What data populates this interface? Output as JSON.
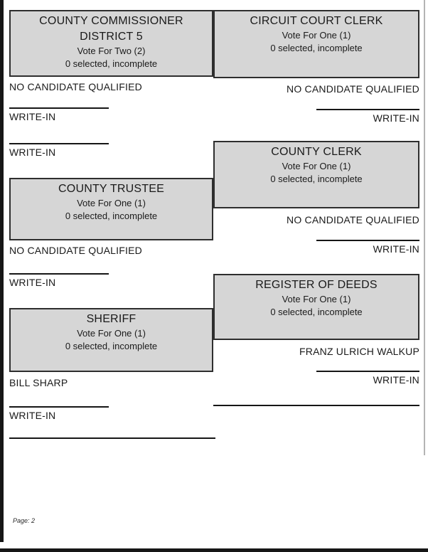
{
  "labels": {
    "write_in": "WRITE-IN"
  },
  "footer": {
    "page_label": "Page: 2"
  },
  "colors": {
    "box_fill": "#d6d6d6",
    "box_border": "#2e2e2e",
    "line": "#161616"
  },
  "left_column": {
    "commissioner": {
      "title_line1": "COUNTY COMMISSIONER",
      "title_line2": "DISTRICT 5",
      "vote_for": "Vote For Two (2)",
      "status": "0 selected, incomplete",
      "candidate": "NO CANDIDATE QUALIFIED",
      "write_in_count": 2
    },
    "trustee": {
      "title": "COUNTY TRUSTEE",
      "vote_for": "Vote For One (1)",
      "status": "0 selected, incomplete",
      "candidate": "NO CANDIDATE QUALIFIED",
      "write_in_count": 1
    },
    "sheriff": {
      "title": "SHERIFF",
      "vote_for": "Vote For One (1)",
      "status": "0 selected, incomplete",
      "candidate": "BILL SHARP",
      "write_in_count": 1
    }
  },
  "right_column": {
    "circuit_court_clerk": {
      "title": "CIRCUIT COURT CLERK",
      "vote_for": "Vote For One (1)",
      "status": "0 selected, incomplete",
      "candidate": "NO CANDIDATE QUALIFIED",
      "write_in_count": 1
    },
    "county_clerk": {
      "title": "COUNTY CLERK",
      "vote_for": "Vote For One (1)",
      "status": "0 selected, incomplete",
      "candidate": "NO CANDIDATE QUALIFIED",
      "write_in_count": 1
    },
    "register_of_deeds": {
      "title": "REGISTER OF DEEDS",
      "vote_for": "Vote For One (1)",
      "status": "0 selected, incomplete",
      "candidate": "FRANZ ULRICH WALKUP",
      "write_in_count": 1
    }
  }
}
